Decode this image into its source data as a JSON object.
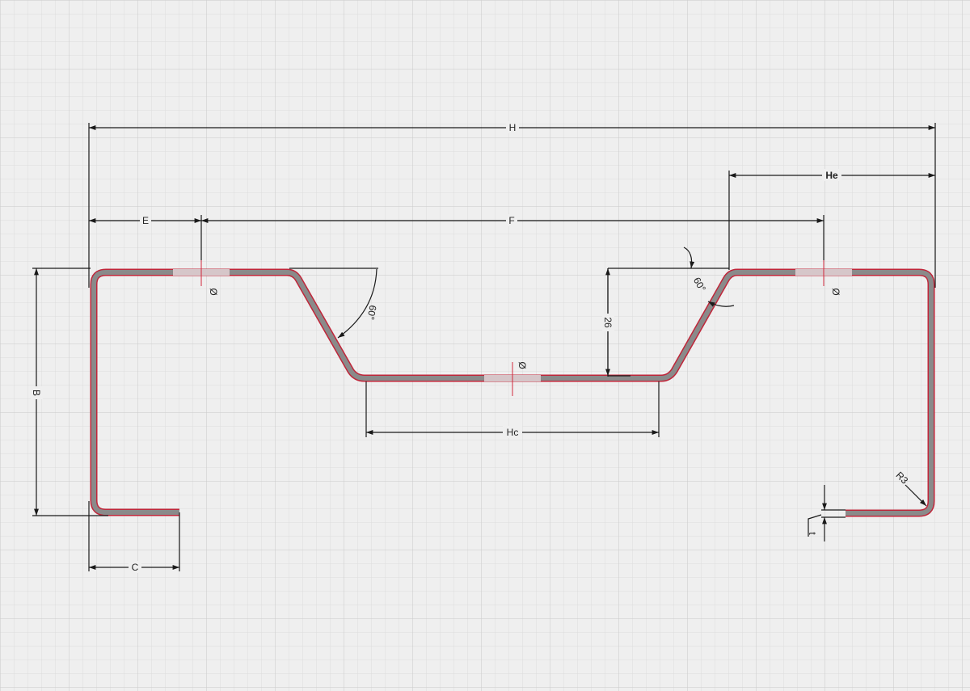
{
  "colors": {
    "background": "#efefef",
    "grid_minor": "#dcdcdc",
    "grid_major": "#c9c9c9",
    "profile_fill": "#8a8a8a",
    "profile_edge": "#c0263a",
    "hole_fill": "#d6c6c9",
    "dimension": "#1a1a1a",
    "centerline": "#d0283c"
  },
  "labels": {
    "H": "H",
    "He": "He",
    "E": "E",
    "F": "F",
    "B": "B",
    "C": "C",
    "Hc": "Hc",
    "depth": "26",
    "angle_left": "60°",
    "angle_right": "60°",
    "radius": "R3",
    "thickness": "t",
    "hole_left": "Ø",
    "hole_center": "Ø",
    "hole_right": "Ø"
  }
}
